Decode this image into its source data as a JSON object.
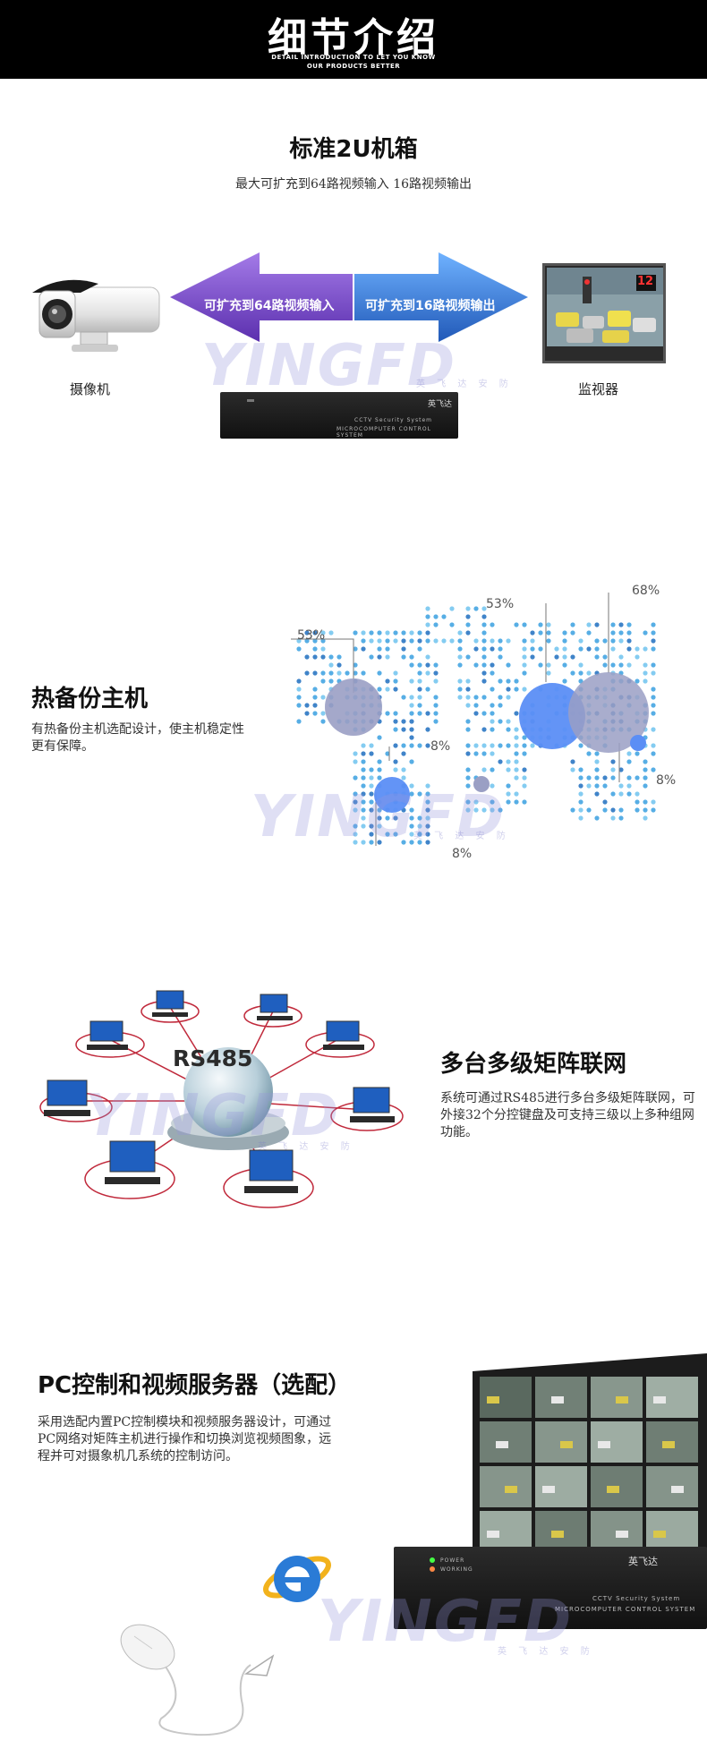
{
  "header": {
    "title": "细节介绍",
    "subtitle_line1": "DETAIL INTRODUCTION TO LET YOU KNOW",
    "subtitle_line2": "OUR PRODUCTS BETTER"
  },
  "section1": {
    "title": "标准2U机箱",
    "subtitle": "最大可扩充到64路视频输入  16路视频输出",
    "arrow_left": "可扩充到64路视频输入",
    "arrow_right": "可扩充到16路视频输出",
    "camera_label": "摄像机",
    "monitor_label": "监视器",
    "monitor_display": "12",
    "device_brand": "英飞达",
    "device_line1": "CCTV Security System",
    "device_line2": "MICROCOMPUTER  CONTROL  SYSTEM"
  },
  "section2": {
    "title": "热备份主机",
    "desc": "有热备份主机选配设计，使主机稳定性更有保障。",
    "bubbles": [
      {
        "label": "53%",
        "value": 53
      },
      {
        "label": "8%",
        "value": 8
      },
      {
        "label": "53%",
        "value": 53
      },
      {
        "label": "68%",
        "value": 68
      },
      {
        "label": "8%",
        "value": 8
      },
      {
        "label": "8%",
        "value": 8
      }
    ]
  },
  "section3": {
    "title": "多台多级矩阵联网",
    "desc": "系统可通过RS485进行多台多级矩阵联网，可外接32个分控键盘及可支持三级以上多种组网功能。",
    "hub_label": "RS485"
  },
  "section4": {
    "title": "PC控制和视频服务器（选配）",
    "desc": "采用选配内置PC控制模块和视频服务器设计，可通过PC网络对矩阵主机进行操作和切换浏览视频图象，远程并可对摄象机几系统的控制访问。",
    "device_brand": "英飞达",
    "power_label": "POWER",
    "working_label": "WORKING",
    "device_line1": "CCTV Security System",
    "device_line2": "MICROCOMPUTER  CONTROL  SYSTEM"
  },
  "watermark": {
    "text": "YINGFD",
    "sub": "英 飞 达 安 防"
  },
  "colors": {
    "arrow_left": "#7b4fc9",
    "arrow_right": "#3d7fd6",
    "bubble_gray": "#9a9fc4",
    "bubble_blue": "#5b8ef5",
    "map_dot": "#3aa0e0",
    "network_red": "#c0293b"
  }
}
